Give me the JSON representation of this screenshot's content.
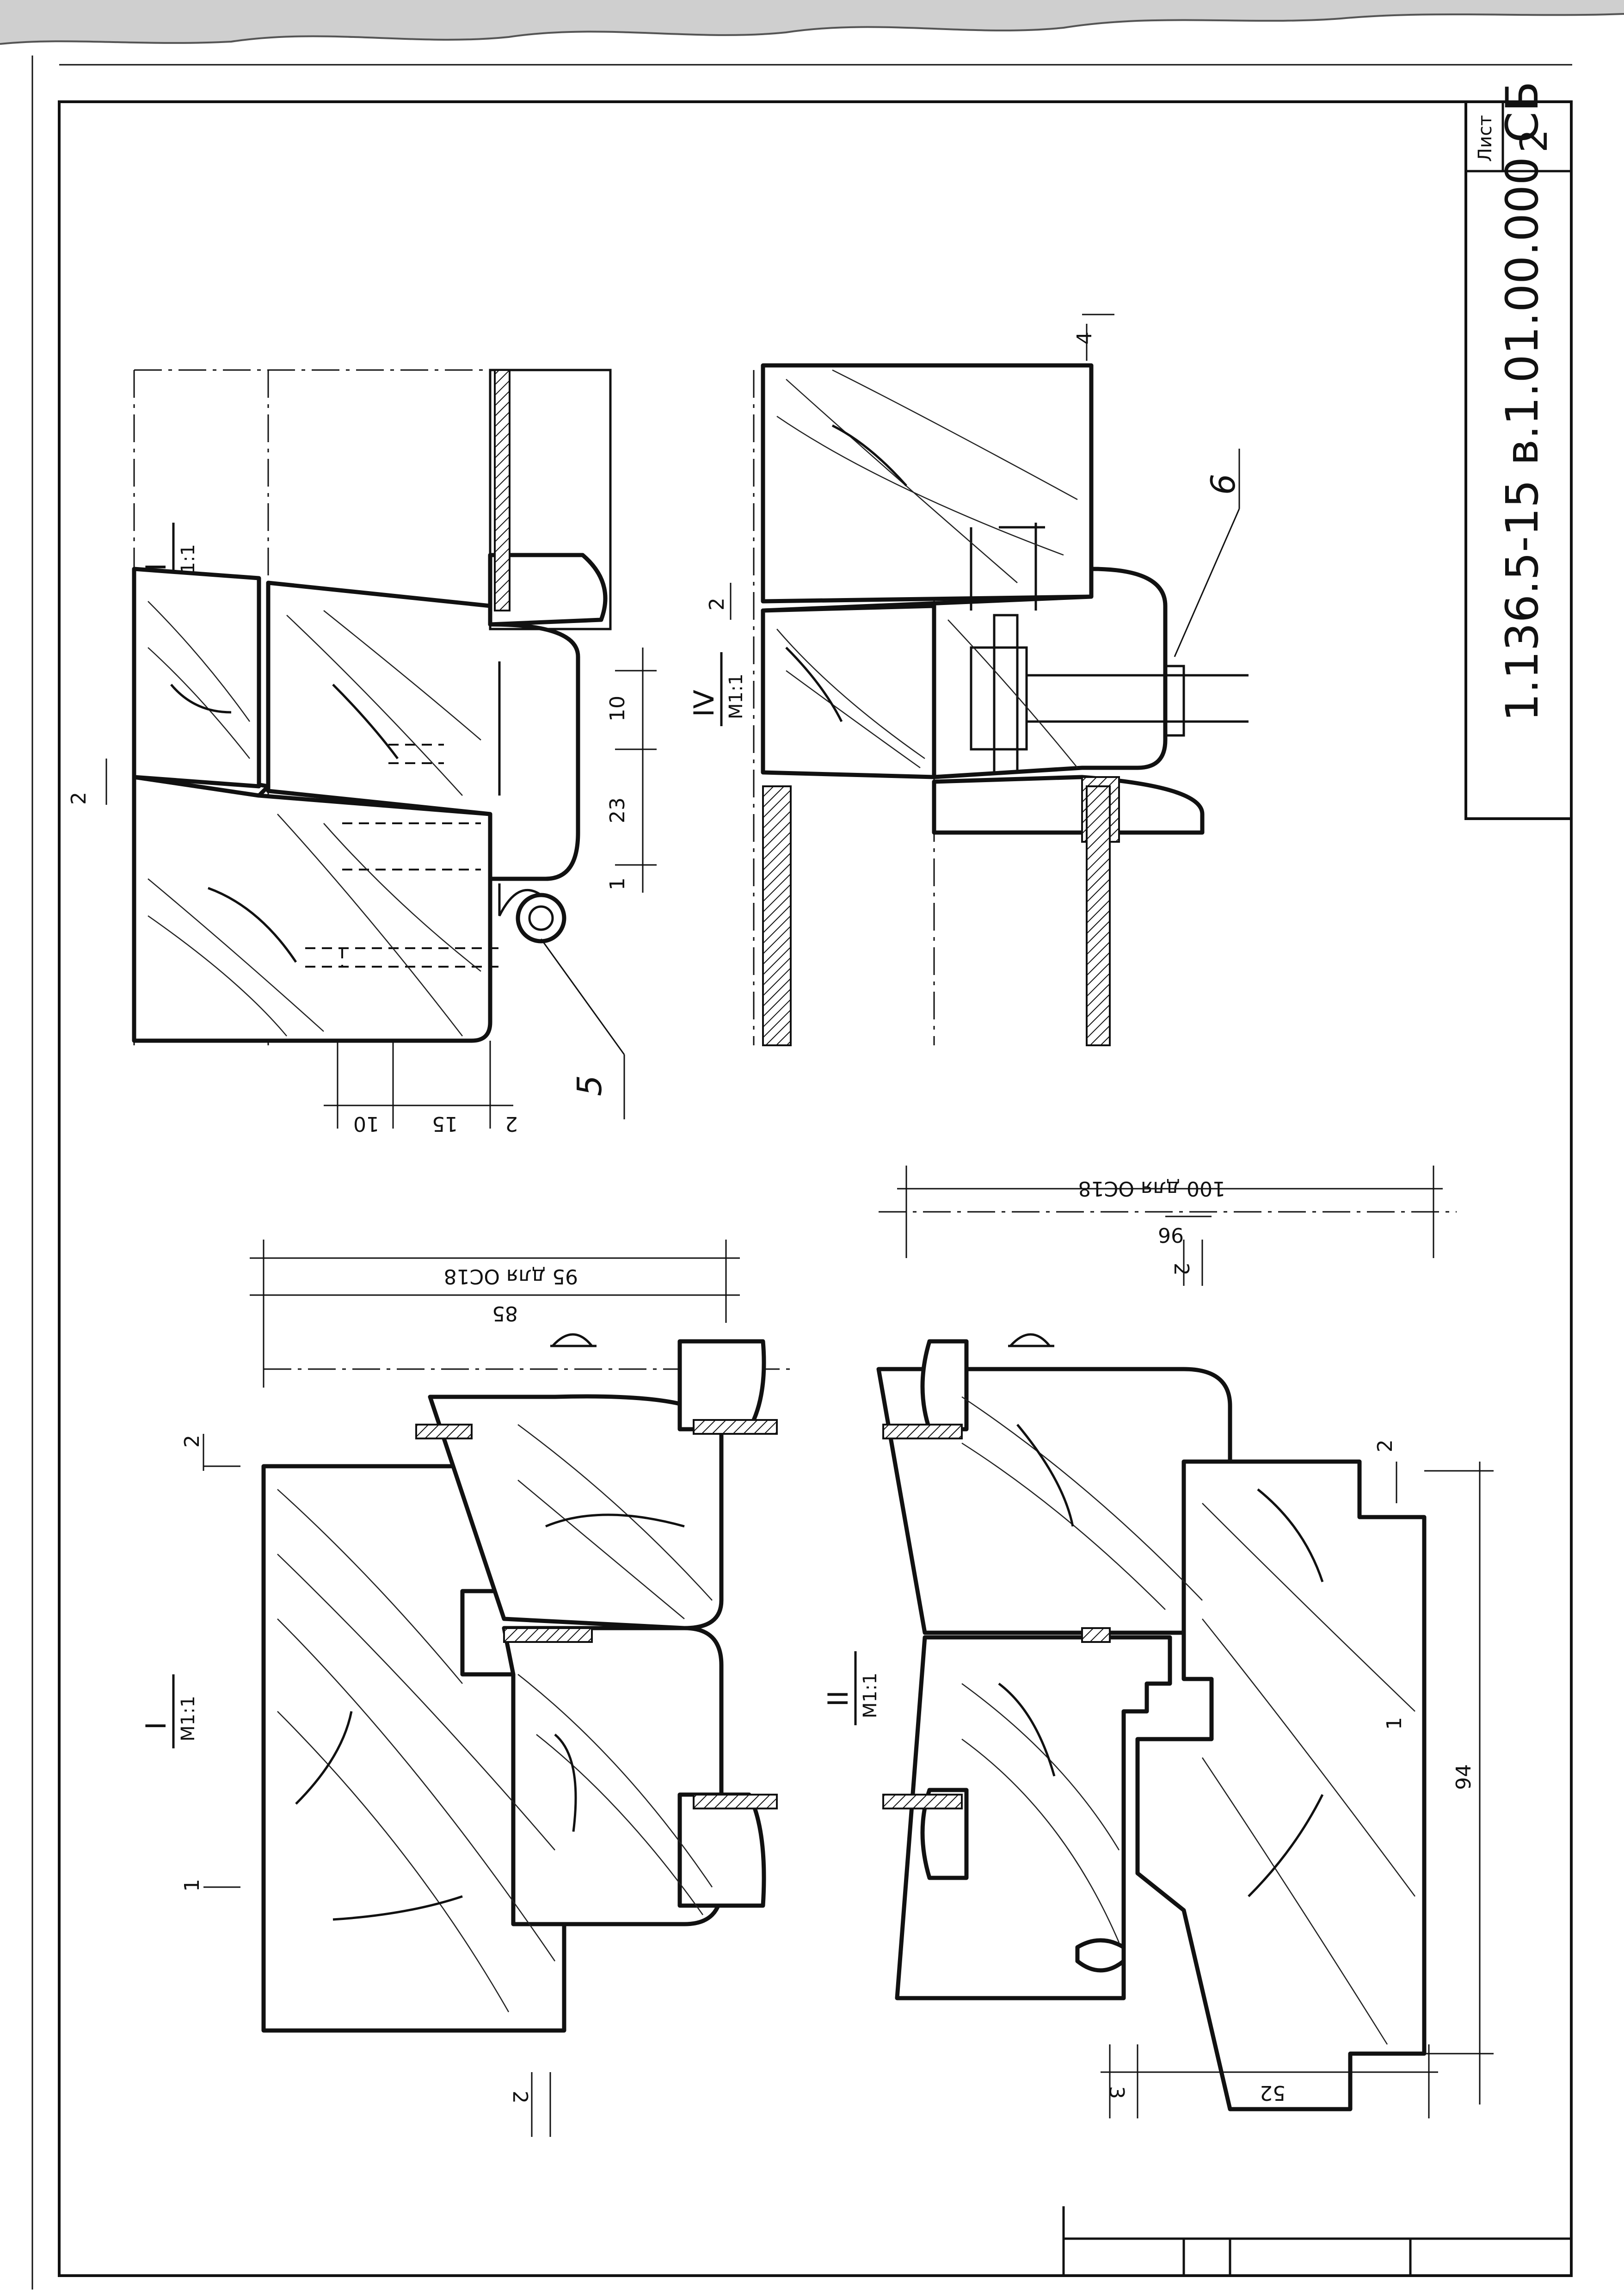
{
  "title_block": {
    "document_code": "1.136.5-15 в.1.01.00.000 СБ",
    "sheet_label": "Лист",
    "sheet_number": "2"
  },
  "sections": [
    {
      "id": "I",
      "label": "I",
      "scale": "М1:1"
    },
    {
      "id": "II",
      "label": "II",
      "scale": "М1:1"
    },
    {
      "id": "III",
      "label": "III",
      "scale": "М1:1"
    },
    {
      "id": "IV",
      "label": "IV",
      "scale": "М1:1"
    }
  ],
  "dimensions": {
    "section_I": {
      "d1": "2",
      "d2": "1",
      "d3": "85",
      "d4": "95 для ОС18",
      "d5": "2"
    },
    "section_II": {
      "d1": "2",
      "d2": "1",
      "d3": "94",
      "d4": "96",
      "d5": "2",
      "d6": "100 для ОС18",
      "d7": "3",
      "d8": "52"
    },
    "section_III": {
      "d1": "2",
      "d2": "10",
      "d3": "23",
      "d4": "1",
      "d5": "10",
      "d6": "15",
      "d7": "2"
    },
    "section_IV": {
      "d1": "2",
      "d2": "4"
    }
  },
  "callouts": {
    "c5": "5",
    "c6": "6"
  }
}
